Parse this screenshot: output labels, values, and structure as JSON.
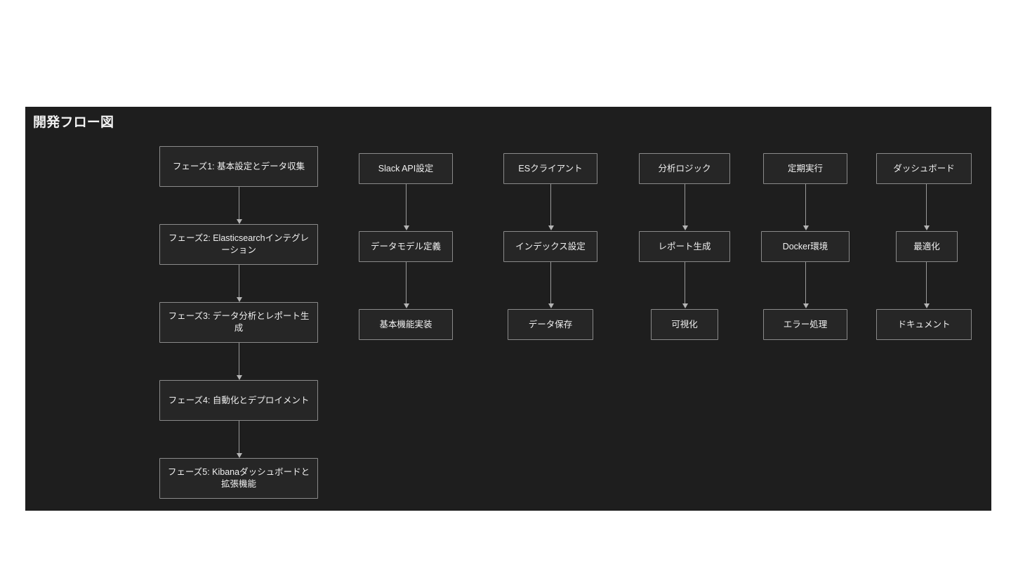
{
  "canvas": {
    "title": "開発フロー図",
    "background_color": "#1e1e1e",
    "node_fill_color": "#262626",
    "node_border_color": "#8a8a8a",
    "text_color": "#f0f0f0",
    "connector_color": "#9a9a9a"
  },
  "columns": [
    {
      "id": "phases",
      "nodes": [
        {
          "id": "phase-1",
          "label": "フェーズ1: 基本設定とデータ収集"
        },
        {
          "id": "phase-2",
          "label": "フェーズ2: Elasticsearchインテグレーション"
        },
        {
          "id": "phase-3",
          "label": "フェーズ3: データ分析とレポート生成"
        },
        {
          "id": "phase-4",
          "label": "フェーズ4: 自動化とデプロイメント"
        },
        {
          "id": "phase-5",
          "label": "フェーズ5: Kibanaダッシュボードと拡張機能"
        }
      ]
    },
    {
      "id": "slack",
      "nodes": [
        {
          "id": "slack-api",
          "label": "Slack API設定"
        },
        {
          "id": "data-model",
          "label": "データモデル定義"
        },
        {
          "id": "basic-feature",
          "label": "基本機能実装"
        }
      ]
    },
    {
      "id": "elasticsearch",
      "nodes": [
        {
          "id": "es-client",
          "label": "ESクライアント"
        },
        {
          "id": "index-config",
          "label": "インデックス設定"
        },
        {
          "id": "data-store",
          "label": "データ保存"
        }
      ]
    },
    {
      "id": "analysis",
      "nodes": [
        {
          "id": "analysis-logic",
          "label": "分析ロジック"
        },
        {
          "id": "report-gen",
          "label": "レポート生成"
        },
        {
          "id": "visualization",
          "label": "可視化"
        }
      ]
    },
    {
      "id": "automation",
      "nodes": [
        {
          "id": "scheduled-run",
          "label": "定期実行"
        },
        {
          "id": "docker-env",
          "label": "Docker環境"
        },
        {
          "id": "error-handling",
          "label": "エラー処理"
        }
      ]
    },
    {
      "id": "dashboard",
      "nodes": [
        {
          "id": "dashboard",
          "label": "ダッシュボード"
        },
        {
          "id": "optimization",
          "label": "最適化"
        },
        {
          "id": "documentation",
          "label": "ドキュメント"
        }
      ]
    }
  ]
}
